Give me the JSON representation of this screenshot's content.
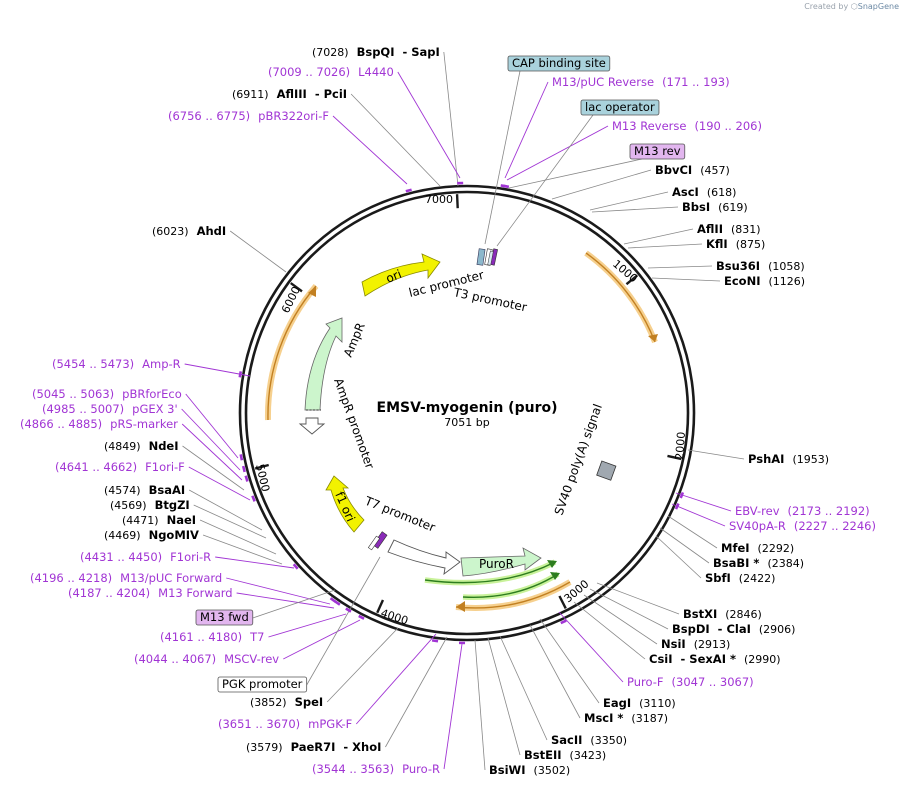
{
  "credit": {
    "prefix": "Created by",
    "brand": "SnapGene"
  },
  "plasmid": {
    "name": "EMSV-myogenin (puro)",
    "length": "7051 bp"
  },
  "ticks": [
    "1000",
    "2000",
    "3000",
    "4000",
    "5000",
    "6000",
    "7000"
  ],
  "inner_features": {
    "ori": "ori",
    "ampr": "AmpR",
    "ampr_promoter": "AmpR promoter",
    "lac_promoter": "lac promoter",
    "t3_promoter": "T3 promoter",
    "sv40": "SV40 poly(A) signal",
    "f1_ori": "f1 ori",
    "t7_promoter": "T7 promoter",
    "puror": "PuroR"
  },
  "labels": [
    {
      "id": "bspqi",
      "parts": [
        {
          "t": "(7028)",
          "c": "num"
        },
        {
          "t": "BspQI",
          "c": "enz"
        },
        {
          "t": "- SapI",
          "c": "enz"
        }
      ]
    },
    {
      "id": "l4440",
      "parts": [
        {
          "t": "(7009 .. 7026)",
          "c": "prim"
        },
        {
          "t": "L4440",
          "c": "prim"
        }
      ]
    },
    {
      "id": "aflIII7",
      "parts": [
        {
          "t": "(6911)",
          "c": "num"
        },
        {
          "t": "AflIII",
          "c": "enz"
        },
        {
          "t": "- PciI",
          "c": "enz"
        }
      ]
    },
    {
      "id": "pbr322",
      "parts": [
        {
          "t": "(6756 .. 6775)",
          "c": "prim"
        },
        {
          "t": "pBR322ori-F",
          "c": "prim"
        }
      ]
    },
    {
      "id": "ahdi",
      "parts": [
        {
          "t": "(6023)",
          "c": "num"
        },
        {
          "t": "AhdI",
          "c": "enz"
        }
      ]
    },
    {
      "id": "ampr_p",
      "parts": [
        {
          "t": "(5454 .. 5473)",
          "c": "prim"
        },
        {
          "t": "Amp-R",
          "c": "prim"
        }
      ]
    },
    {
      "id": "pbrfor",
      "parts": [
        {
          "t": "(5045 .. 5063)",
          "c": "prim"
        },
        {
          "t": "pBRforEco",
          "c": "prim"
        }
      ]
    },
    {
      "id": "pgex",
      "parts": [
        {
          "t": "(4985 .. 5007)",
          "c": "prim"
        },
        {
          "t": "pGEX 3'",
          "c": "prim"
        }
      ]
    },
    {
      "id": "prs",
      "parts": [
        {
          "t": "(4866 .. 4885)",
          "c": "prim"
        },
        {
          "t": "pRS-marker",
          "c": "prim"
        }
      ]
    },
    {
      "id": "ndei",
      "parts": [
        {
          "t": "(4849)",
          "c": "num"
        },
        {
          "t": "NdeI",
          "c": "enz"
        }
      ]
    },
    {
      "id": "f1orif",
      "parts": [
        {
          "t": "(4641 .. 4662)",
          "c": "prim"
        },
        {
          "t": "F1ori-F",
          "c": "prim"
        }
      ]
    },
    {
      "id": "bsaai",
      "parts": [
        {
          "t": "(4574)",
          "c": "num"
        },
        {
          "t": "BsaAI",
          "c": "enz"
        }
      ]
    },
    {
      "id": "btgzi",
      "parts": [
        {
          "t": "(4569)",
          "c": "num"
        },
        {
          "t": "BtgZI",
          "c": "enz"
        }
      ]
    },
    {
      "id": "naei",
      "parts": [
        {
          "t": "(4471)",
          "c": "num"
        },
        {
          "t": "NaeI",
          "c": "enz"
        }
      ]
    },
    {
      "id": "ngomiv",
      "parts": [
        {
          "t": "(4469)",
          "c": "num"
        },
        {
          "t": "NgoMIV",
          "c": "enz"
        }
      ]
    },
    {
      "id": "f1orir",
      "parts": [
        {
          "t": "(4431 .. 4450)",
          "c": "prim"
        },
        {
          "t": "F1ori-R",
          "c": "prim"
        }
      ]
    },
    {
      "id": "m13pucf",
      "parts": [
        {
          "t": "(4196 .. 4218)",
          "c": "prim"
        },
        {
          "t": "M13/pUC Forward",
          "c": "prim"
        }
      ]
    },
    {
      "id": "m13f",
      "parts": [
        {
          "t": "(4187 .. 4204)",
          "c": "prim"
        },
        {
          "t": "M13 Forward",
          "c": "prim"
        }
      ]
    },
    {
      "id": "t7",
      "parts": [
        {
          "t": "(4161 .. 4180)",
          "c": "prim"
        },
        {
          "t": "T7",
          "c": "prim"
        }
      ]
    },
    {
      "id": "mscv",
      "parts": [
        {
          "t": "(4044 .. 4067)",
          "c": "prim"
        },
        {
          "t": "MSCV-rev",
          "c": "prim"
        }
      ]
    },
    {
      "id": "spei",
      "parts": [
        {
          "t": "(3852)",
          "c": "num"
        },
        {
          "t": "SpeI",
          "c": "enz"
        }
      ]
    },
    {
      "id": "mpgk",
      "parts": [
        {
          "t": "(3651 .. 3670)",
          "c": "prim"
        },
        {
          "t": "mPGK-F",
          "c": "prim"
        }
      ]
    },
    {
      "id": "paer7i",
      "parts": [
        {
          "t": "(3579)",
          "c": "num"
        },
        {
          "t": "PaeR7I",
          "c": "enz"
        },
        {
          "t": "- XhoI",
          "c": "enz"
        }
      ]
    },
    {
      "id": "puror_p",
      "parts": [
        {
          "t": "(3544 .. 3563)",
          "c": "prim"
        },
        {
          "t": "Puro-R",
          "c": "prim"
        }
      ]
    },
    {
      "id": "m13puc_r",
      "parts": [
        {
          "t": "M13/pUC Reverse",
          "c": "prim"
        },
        {
          "t": "(171 .. 193)",
          "c": "prim"
        }
      ]
    },
    {
      "id": "m13r",
      "parts": [
        {
          "t": "M13 Reverse",
          "c": "prim"
        },
        {
          "t": "(190 .. 206)",
          "c": "prim"
        }
      ]
    },
    {
      "id": "bbvci",
      "parts": [
        {
          "t": "BbvCI",
          "c": "enz"
        },
        {
          "t": "(457)",
          "c": "num"
        }
      ]
    },
    {
      "id": "asci",
      "parts": [
        {
          "t": "AscI",
          "c": "enz"
        },
        {
          "t": "(618)",
          "c": "num"
        }
      ]
    },
    {
      "id": "bbsi",
      "parts": [
        {
          "t": "BbsI",
          "c": "enz"
        },
        {
          "t": "(619)",
          "c": "num"
        }
      ]
    },
    {
      "id": "aflii",
      "parts": [
        {
          "t": "AflII",
          "c": "enz"
        },
        {
          "t": "(831)",
          "c": "num"
        }
      ]
    },
    {
      "id": "kfli",
      "parts": [
        {
          "t": "KflI",
          "c": "enz"
        },
        {
          "t": "(875)",
          "c": "num"
        }
      ]
    },
    {
      "id": "bsu36i",
      "parts": [
        {
          "t": "Bsu36I",
          "c": "enz"
        },
        {
          "t": "(1058)",
          "c": "num"
        }
      ]
    },
    {
      "id": "econi",
      "parts": [
        {
          "t": "EcoNI",
          "c": "enz"
        },
        {
          "t": "(1126)",
          "c": "num"
        }
      ]
    },
    {
      "id": "pshai",
      "parts": [
        {
          "t": "PshAI",
          "c": "enz"
        },
        {
          "t": "(1953)",
          "c": "num"
        }
      ]
    },
    {
      "id": "ebv",
      "parts": [
        {
          "t": "EBV-rev",
          "c": "prim"
        },
        {
          "t": "(2173 .. 2192)",
          "c": "prim"
        }
      ]
    },
    {
      "id": "sv40pa",
      "parts": [
        {
          "t": "SV40pA-R",
          "c": "prim"
        },
        {
          "t": "(2227 .. 2246)",
          "c": "prim"
        }
      ]
    },
    {
      "id": "mfei",
      "parts": [
        {
          "t": "MfeI",
          "c": "enz"
        },
        {
          "t": "(2292)",
          "c": "num"
        }
      ]
    },
    {
      "id": "bsabi",
      "parts": [
        {
          "t": "BsaBI *",
          "c": "enz"
        },
        {
          "t": "(2384)",
          "c": "num"
        }
      ]
    },
    {
      "id": "sbfi",
      "parts": [
        {
          "t": "SbfI",
          "c": "enz"
        },
        {
          "t": "(2422)",
          "c": "num"
        }
      ]
    },
    {
      "id": "bstxi",
      "parts": [
        {
          "t": "BstXI",
          "c": "enz"
        },
        {
          "t": "(2846)",
          "c": "num"
        }
      ]
    },
    {
      "id": "bspdi",
      "parts": [
        {
          "t": "BspDI",
          "c": "enz"
        },
        {
          "t": "- ClaI",
          "c": "enz"
        },
        {
          "t": "(2906)",
          "c": "num"
        }
      ]
    },
    {
      "id": "nsii",
      "parts": [
        {
          "t": "NsiI",
          "c": "enz"
        },
        {
          "t": "(2913)",
          "c": "num"
        }
      ]
    },
    {
      "id": "csii",
      "parts": [
        {
          "t": "CsiI",
          "c": "enz"
        },
        {
          "t": "- SexAI *",
          "c": "enz"
        },
        {
          "t": "(2990)",
          "c": "num"
        }
      ]
    },
    {
      "id": "purof",
      "parts": [
        {
          "t": "Puro-F",
          "c": "prim"
        },
        {
          "t": "(3047 .. 3067)",
          "c": "prim"
        }
      ]
    },
    {
      "id": "eagi",
      "parts": [
        {
          "t": "EagI",
          "c": "enz"
        },
        {
          "t": "(3110)",
          "c": "num"
        }
      ]
    },
    {
      "id": "msci",
      "parts": [
        {
          "t": "MscI *",
          "c": "enz"
        },
        {
          "t": "(3187)",
          "c": "num"
        }
      ]
    },
    {
      "id": "sacii",
      "parts": [
        {
          "t": "SacII",
          "c": "enz"
        },
        {
          "t": "(3350)",
          "c": "num"
        }
      ]
    },
    {
      "id": "bsteii",
      "parts": [
        {
          "t": "BstEII",
          "c": "enz"
        },
        {
          "t": "(3423)",
          "c": "num"
        }
      ]
    },
    {
      "id": "bsiwi",
      "parts": [
        {
          "t": "BsiWI",
          "c": "enz"
        },
        {
          "t": "(3502)",
          "c": "num"
        }
      ]
    }
  ],
  "boxes": [
    {
      "id": "cap",
      "text": "CAP binding site",
      "fill": "#a9d2dc"
    },
    {
      "id": "lacop",
      "text": "lac operator",
      "fill": "#a9d2dc"
    },
    {
      "id": "m13rev",
      "text": "M13 rev",
      "fill": "#e2b6ef"
    },
    {
      "id": "m13fwd",
      "text": "M13 fwd",
      "fill": "#e2b6ef"
    },
    {
      "id": "pgk",
      "text": "PGK promoter",
      "fill": "#ffffff"
    }
  ],
  "colors": {
    "backbone": "#1a1a1a",
    "primer": "#a135d4",
    "ori": "#f2f200",
    "ampr": "#ccf5cc",
    "puror": "#ccf5cc",
    "orf": "#f0a030",
    "sv40": "#a0a8b0"
  }
}
